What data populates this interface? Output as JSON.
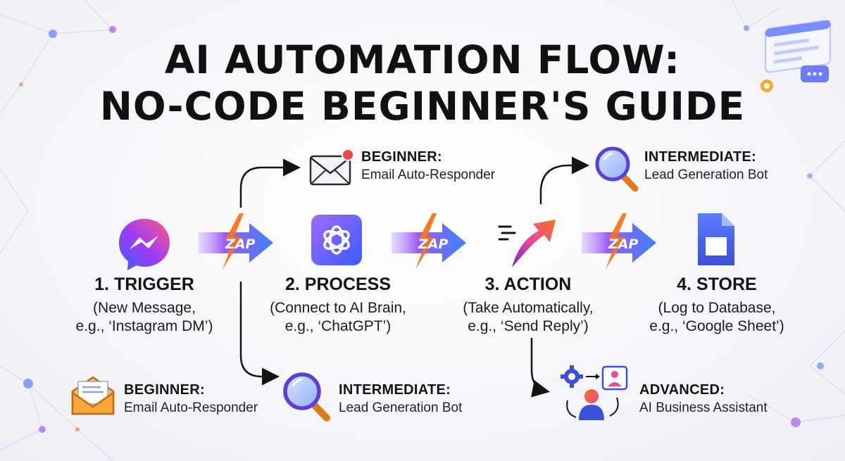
{
  "title": {
    "line1": "AI AUTOMATION FLOW:",
    "line2": "NO-CODE BEGINNER'S GUIDE"
  },
  "connector_label": "ZAP",
  "steps": [
    {
      "title": "1. TRIGGER",
      "desc_line1": "(New Message,",
      "desc_line2": "e.g., ‘Instagram DM’)",
      "icon": "messenger-icon"
    },
    {
      "title": "2. PROCESS",
      "desc_line1": "(Connect to AI Brain,",
      "desc_line2": "e.g., ‘ChatGPT’)",
      "icon": "chatgpt-icon"
    },
    {
      "title": "3. ACTION",
      "desc_line1": "(Take Automatically,",
      "desc_line2": "e.g., ‘Send Reply’)",
      "icon": "send-arrow-icon"
    },
    {
      "title": "4. STORE",
      "desc_line1": "(Log to Database,",
      "desc_line2": "e.g., ‘Google Sheet’)",
      "icon": "google-sheet-icon"
    }
  ],
  "examples": {
    "top_left": {
      "level": "BEGINNER:",
      "name": "Email Auto-Responder",
      "icon": "email-envelope-icon"
    },
    "top_right": {
      "level": "INTERMEDIATE:",
      "name": "Lead Generation Bot",
      "icon": "magnifier-icon"
    },
    "bottom_left": {
      "level": "BEGINNER:",
      "name": "Email Auto-Responder",
      "icon": "open-envelope-icon"
    },
    "bottom_mid": {
      "level": "INTERMEDIATE:",
      "name": "Lead Generation Bot",
      "icon": "magnifier-icon"
    },
    "bottom_right": {
      "level": "ADVANCED:",
      "name": "AI Business Assistant",
      "icon": "assistant-workflow-icon"
    }
  },
  "colors": {
    "arrow_start": "#9b5cf6",
    "arrow_end": "#3b82f6",
    "bolt": "#f97316",
    "text": "#141414"
  }
}
